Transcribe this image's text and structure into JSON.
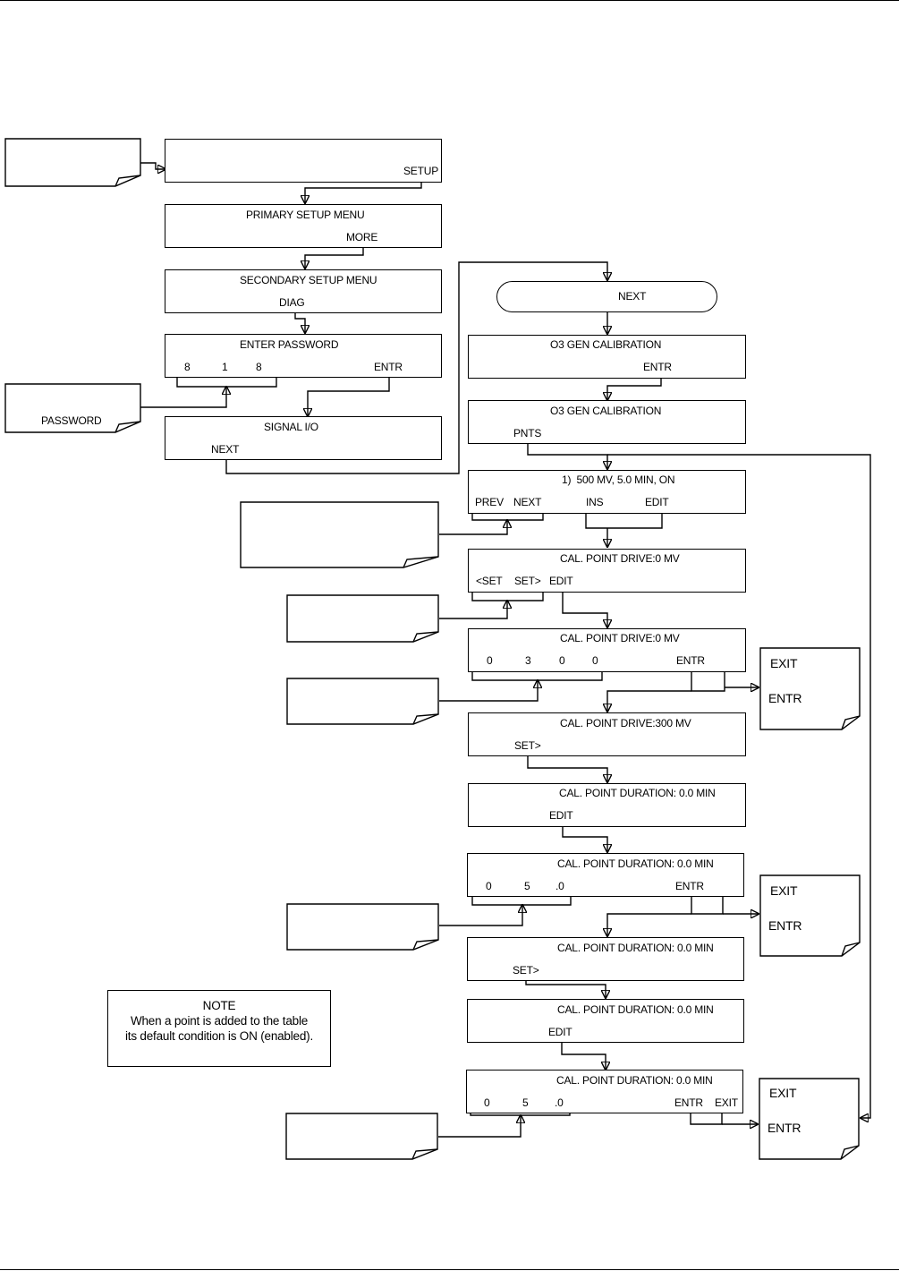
{
  "screens": {
    "s1": {
      "key": "SETUP"
    },
    "s2": {
      "title": "PRIMARY SETUP MENU",
      "key": "MORE"
    },
    "s3": {
      "title": "SECONDARY SETUP MENU",
      "key": "DIAG"
    },
    "s4": {
      "title": "ENTER PASSWORD",
      "digits": [
        "8",
        "1",
        "8"
      ],
      "key": "ENTR"
    },
    "s5": {
      "title": "SIGNAL I/O",
      "key": "NEXT"
    },
    "r0": {
      "key": "NEXT"
    },
    "r1": {
      "title": "O3 GEN CALIBRATION",
      "key": "ENTR"
    },
    "r2": {
      "title": "O3 GEN CALIBRATION",
      "key": "PNTS"
    },
    "r3": {
      "title": "1)  500 MV, 5.0 MIN, ON",
      "keys": [
        "PREV",
        "NEXT",
        "INS",
        "EDIT"
      ]
    },
    "r4": {
      "title": "CAL. POINT DRIVE:0 MV",
      "keys": [
        "<SET",
        "SET>",
        "EDIT"
      ]
    },
    "r5": {
      "title": "CAL. POINT DRIVE:0 MV",
      "digits": [
        "0",
        "3",
        "0",
        "0"
      ],
      "key": "ENTR"
    },
    "r6": {
      "title": "CAL. POINT DRIVE:300 MV",
      "key": "SET>"
    },
    "r7": {
      "title": "CAL. POINT DURATION: 0.0 MIN",
      "key": "EDIT"
    },
    "r8": {
      "title": "CAL. POINT DURATION: 0.0 MIN",
      "digits": [
        "0",
        "5",
        ".0"
      ],
      "key": "ENTR"
    },
    "r9": {
      "title": "CAL. POINT DURATION: 0.0 MIN",
      "key": "SET>"
    },
    "r10": {
      "title": "CAL. POINT DURATION: 0.0 MIN",
      "key": "EDIT"
    },
    "r11": {
      "title": "CAL. POINT DURATION: 0.0 MIN",
      "digits": [
        "0",
        "5",
        ".0"
      ],
      "keys": [
        "ENTR",
        "EXIT"
      ]
    }
  },
  "callouts": {
    "password": "PASSWORD",
    "exit_entr_1": {
      "a": "EXIT",
      "b": "ENTR"
    },
    "exit_entr_2": {
      "a": "EXIT",
      "b": "ENTR"
    },
    "exit_entr_3": {
      "a": "EXIT",
      "b": "ENTR"
    }
  },
  "note": {
    "heading": "NOTE",
    "line1": "When a point is added to the table",
    "line2": "its default condition is ON (enabled)."
  }
}
